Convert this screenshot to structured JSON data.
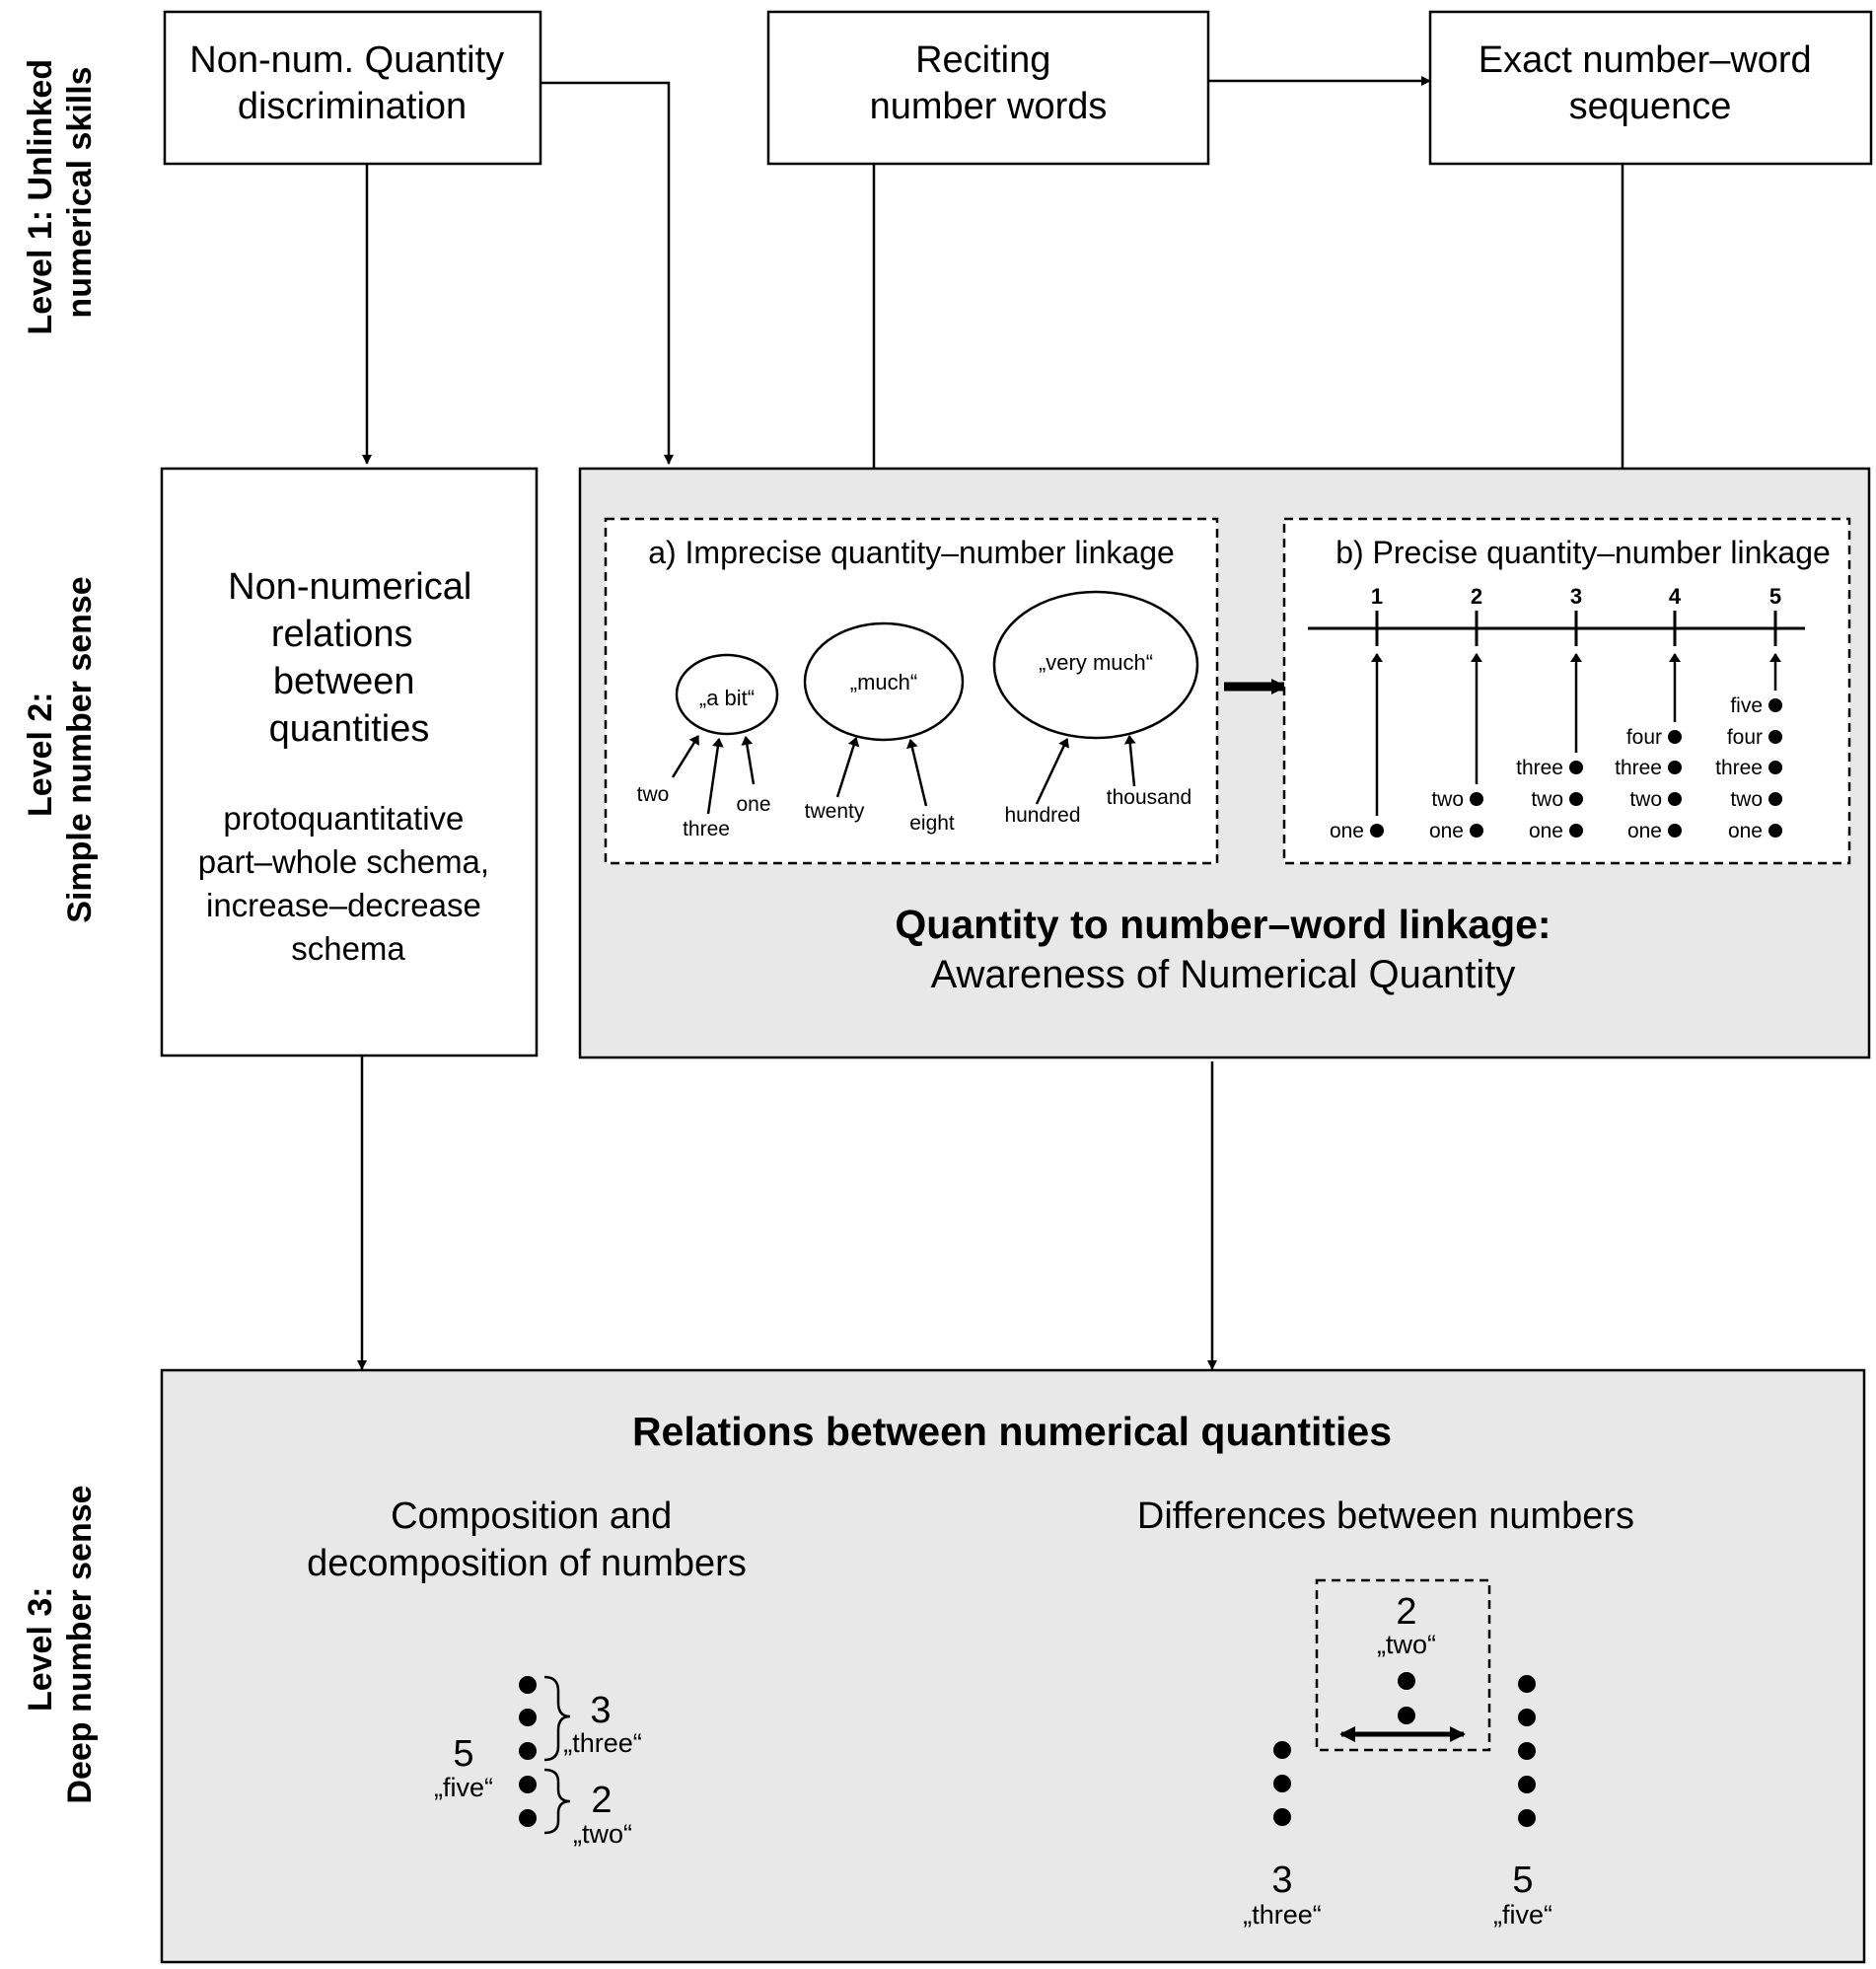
{
  "levels": {
    "level1": [
      "Level 1:  Unlinked",
      "numerical skills"
    ],
    "level2": [
      "Level 2:",
      "Simple number sense"
    ],
    "level3": [
      "Level 3:",
      "Deep number sense"
    ]
  },
  "boxes": {
    "quantity_discrimination": [
      "Non-num. Quantity",
      "discrimination"
    ],
    "reciting_number_words": [
      "Reciting",
      "number words"
    ],
    "exact_sequence": [
      "Exact number–word",
      "sequence"
    ],
    "non_numerical_relations": {
      "title": [
        "Non-numerical",
        "relations",
        "between",
        "quantities"
      ],
      "detail": [
        "protoquantitative",
        "part–whole schema,",
        "increase–decrease",
        "schema"
      ]
    },
    "quantity_linkage": {
      "title": "Quantity to number–word linkage:",
      "subtitle": "Awareness of Numerical Quantity"
    },
    "relations_numerical": {
      "title": "Relations between numerical quantities",
      "composition_title": [
        "Composition and",
        "decomposition of numbers"
      ],
      "differences_title": "Differences between numbers"
    }
  },
  "imprecise": {
    "title": "a) Imprecise quantity–number linkage",
    "bubbles": [
      "„a bit“",
      "„much“",
      "„very much“"
    ],
    "words_a_bit": [
      "two",
      "three",
      "one"
    ],
    "words_much": [
      "twenty",
      "eight"
    ],
    "words_very_much": [
      "hundred",
      "thousand"
    ]
  },
  "precise": {
    "title": "b) Precise quantity–number linkage",
    "ticks": [
      "1",
      "2",
      "3",
      "4",
      "5"
    ],
    "counts": [
      [
        "one"
      ],
      [
        "one",
        "two"
      ],
      [
        "one",
        "two",
        "three"
      ],
      [
        "one",
        "two",
        "three",
        "four"
      ],
      [
        "one",
        "two",
        "three",
        "four",
        "five"
      ]
    ]
  },
  "composition": {
    "total_num": "5",
    "total_word": "„five“",
    "part1_num": "3",
    "part1_word": "„three“",
    "part2_num": "2",
    "part2_word": "„two“"
  },
  "differences": {
    "diff_num": "2",
    "diff_word": "„two“",
    "left_num": "3",
    "left_word": "„three“",
    "right_num": "5",
    "right_word": "„five“"
  },
  "colors": {
    "panel_fill": "#e8e8e8",
    "line": "#000000",
    "background": "#ffffff"
  }
}
